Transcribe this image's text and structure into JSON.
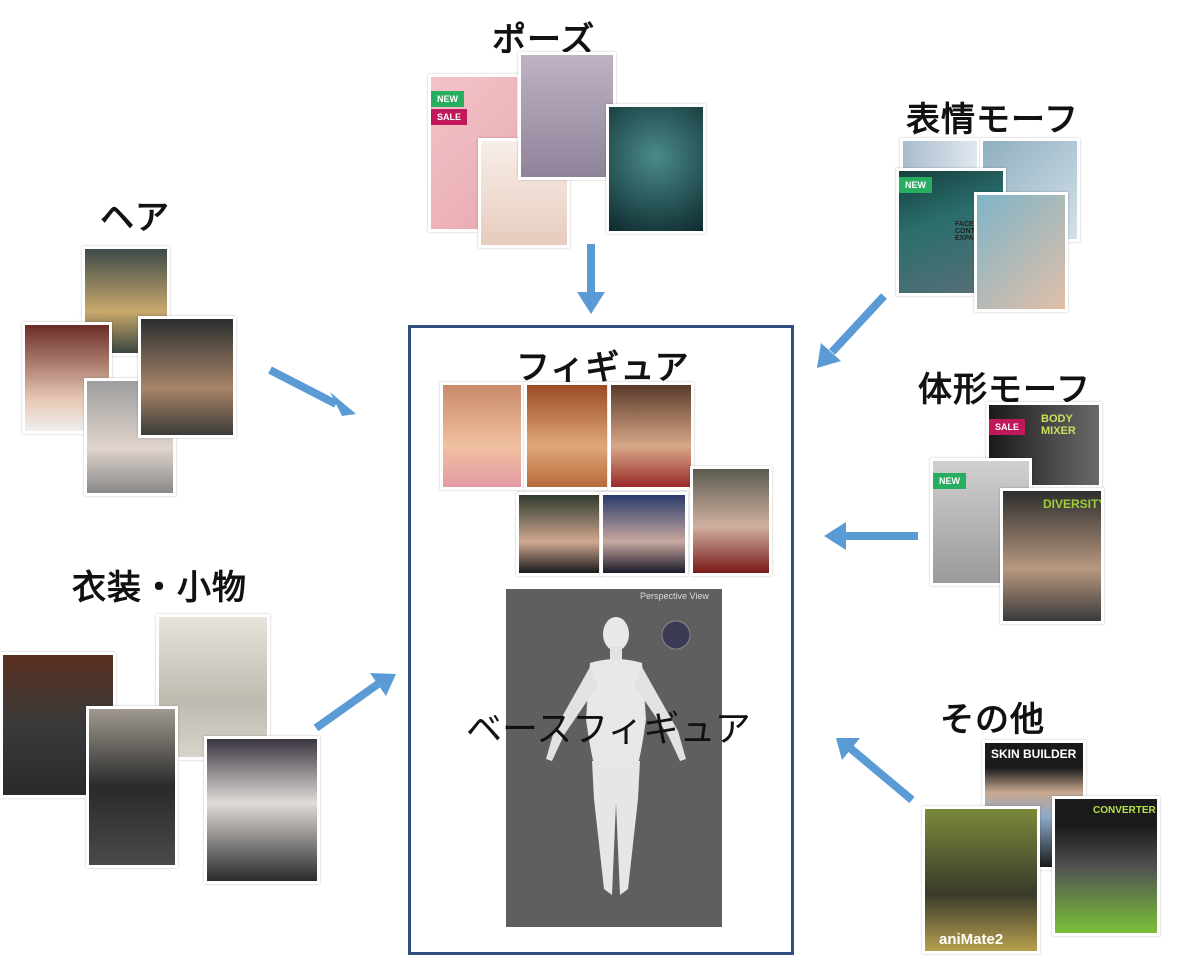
{
  "labels": {
    "pose": "ポーズ",
    "expression_morph": "表情モーフ",
    "hair": "ヘア",
    "figure": "フィギュア",
    "body_morph": "体形モーフ",
    "clothing": "衣装・小物",
    "other": "その他",
    "base_figure": "ベースフィギュア"
  },
  "badges": {
    "new": "NEW",
    "sale": "SALE"
  },
  "product_text": {
    "face_control": "FACE CONTROL EXPANSION",
    "body_mixer": "BODY MIXER",
    "diversity": "DIVERSITY",
    "skin_builder": "SKIN BUILDER",
    "converter": "CONVERTER",
    "animate": "aniMate2"
  },
  "viewport": {
    "title": "Perspective View"
  },
  "colors": {
    "arrow": "#5b9bd5",
    "box_border": "#2f4f7f"
  }
}
